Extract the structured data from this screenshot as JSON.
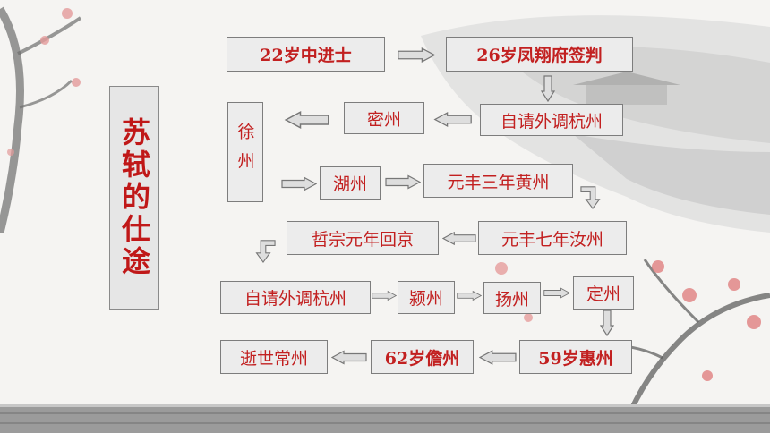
{
  "title": "苏轼的仕途",
  "nodes": {
    "n1": "22岁中进士",
    "n2": "26岁凤翔府签判",
    "n3": "自请外调杭州",
    "n4": "密州",
    "n5": "徐州",
    "n6": "湖州",
    "n7": "元丰三年黄州",
    "n8": "元丰七年汝州",
    "n9": "哲宗元年回京",
    "n10": "自请外调杭州",
    "n11": "颍州",
    "n12": "扬州",
    "n13": "定州",
    "n14": "59岁惠州",
    "n15": "62岁儋州",
    "n16": "逝世常州"
  },
  "colors": {
    "text_red": "#c22020",
    "box_fill": "#ececec",
    "box_border": "#7d7d7d"
  }
}
